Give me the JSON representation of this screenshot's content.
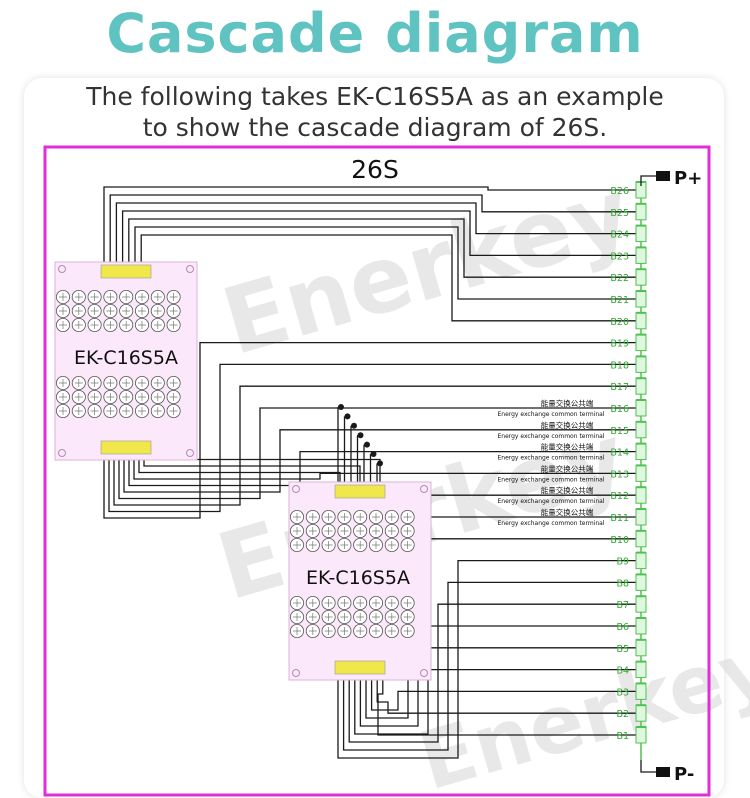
{
  "title": "Cascade diagram",
  "subtitle_line1": "The following takes EK-C16S5A as an example",
  "subtitle_line2": "to show the cascade diagram of 26S.",
  "series_label": "26S",
  "terminal_pos": "P+",
  "terminal_neg": "P-",
  "board_label": "EK-C16S5A",
  "watermark": "Enerkey",
  "battery_labels": [
    "B26",
    "B25",
    "B24",
    "B23",
    "B22",
    "B21",
    "B20",
    "B19",
    "B18",
    "B17",
    "B16",
    "B15",
    "B14",
    "B13",
    "B12",
    "B11",
    "B10",
    "B9",
    "B8",
    "B7",
    "B6",
    "B5",
    "B4",
    "B3",
    "B2",
    "B1"
  ],
  "common_terminal_rows": [
    "B16",
    "B15",
    "B14",
    "B13",
    "B12",
    "B11"
  ],
  "common_terminal_cn": "能量交换公共端",
  "common_terminal_en": "Energy exchange common terminal",
  "colors": {
    "title": "#5ec3c1",
    "frame": "#e22ed8",
    "battery": "#4ec24e",
    "board": "#fbe8fb",
    "wire": "#1a1a1a",
    "connector": "#f0e84a"
  }
}
